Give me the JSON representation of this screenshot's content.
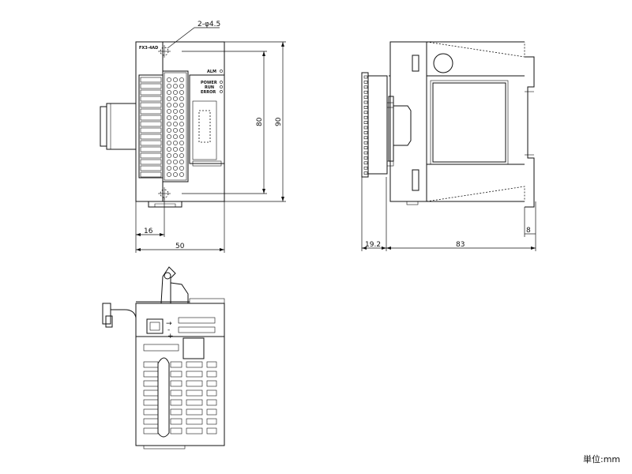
{
  "dimensions": {
    "hole_note": "2-φ4.5",
    "height_inner": "80",
    "height_outer": "90",
    "offset_left": "16",
    "width_front": "50",
    "depth_left": "19.2",
    "depth_main": "83",
    "depth_right": "8"
  },
  "front_panel": {
    "model": "FX3-4AD",
    "alm": "ALM",
    "power": "POWER",
    "run": "RUN",
    "error": "ERROR"
  },
  "unit_label": "単位:mm"
}
